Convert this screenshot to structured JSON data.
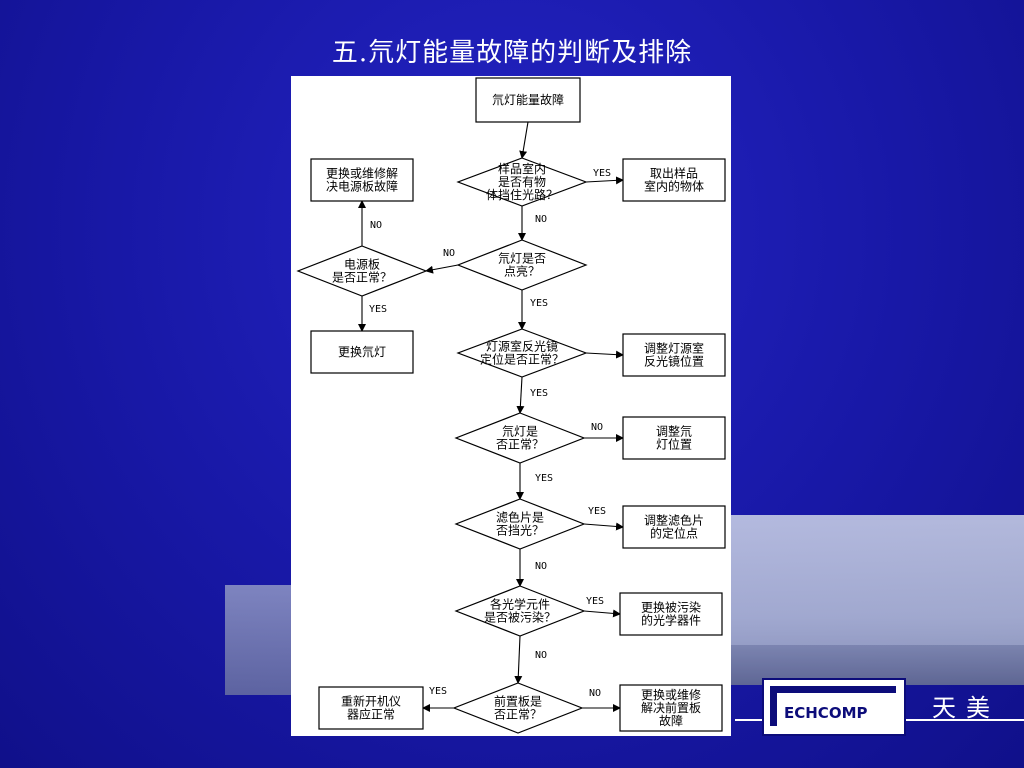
{
  "slide": {
    "title": "五.氘灯能量故障的判断及排除"
  },
  "flowchart": {
    "nodes": {
      "start": [
        "氘灯能量故障"
      ],
      "q_sample": [
        "样品室内",
        "是否有物",
        "体挡住光路？"
      ],
      "a_sample": [
        "取出样品",
        "室内的物体"
      ],
      "q_lit": [
        "氘灯是否",
        "点亮？"
      ],
      "q_power": [
        "电源板",
        "是否正常？"
      ],
      "a_power_fix": [
        "更换或维修解",
        "决电源板故障"
      ],
      "a_replace_lamp": [
        "更换氘灯"
      ],
      "q_mirror": [
        "灯源室反光镜",
        "定位是否正常？"
      ],
      "a_mirror": [
        "调整灯源室",
        "反光镜位置"
      ],
      "q_lamp": [
        "氘灯是",
        "否正常？"
      ],
      "a_lamp": [
        "调整氘",
        "灯位置"
      ],
      "q_filter": [
        "滤色片是",
        "否挡光？"
      ],
      "a_filter": [
        "调整滤色片",
        "的定位点"
      ],
      "q_optics": [
        "各光学元件",
        "是否被污染？"
      ],
      "a_optics": [
        "更换被污染",
        "的光学器件"
      ],
      "q_board": [
        "前置板是",
        "否正常？"
      ],
      "a_restart": [
        "重新开机仪",
        "器应正常"
      ],
      "a_board": [
        "更换或维修",
        "解决前置板",
        "故障"
      ]
    },
    "edge_labels": {
      "yes": "YES",
      "no": "NO"
    }
  },
  "logo": {
    "brand": "ECHCOMP",
    "chinese": "天美"
  }
}
